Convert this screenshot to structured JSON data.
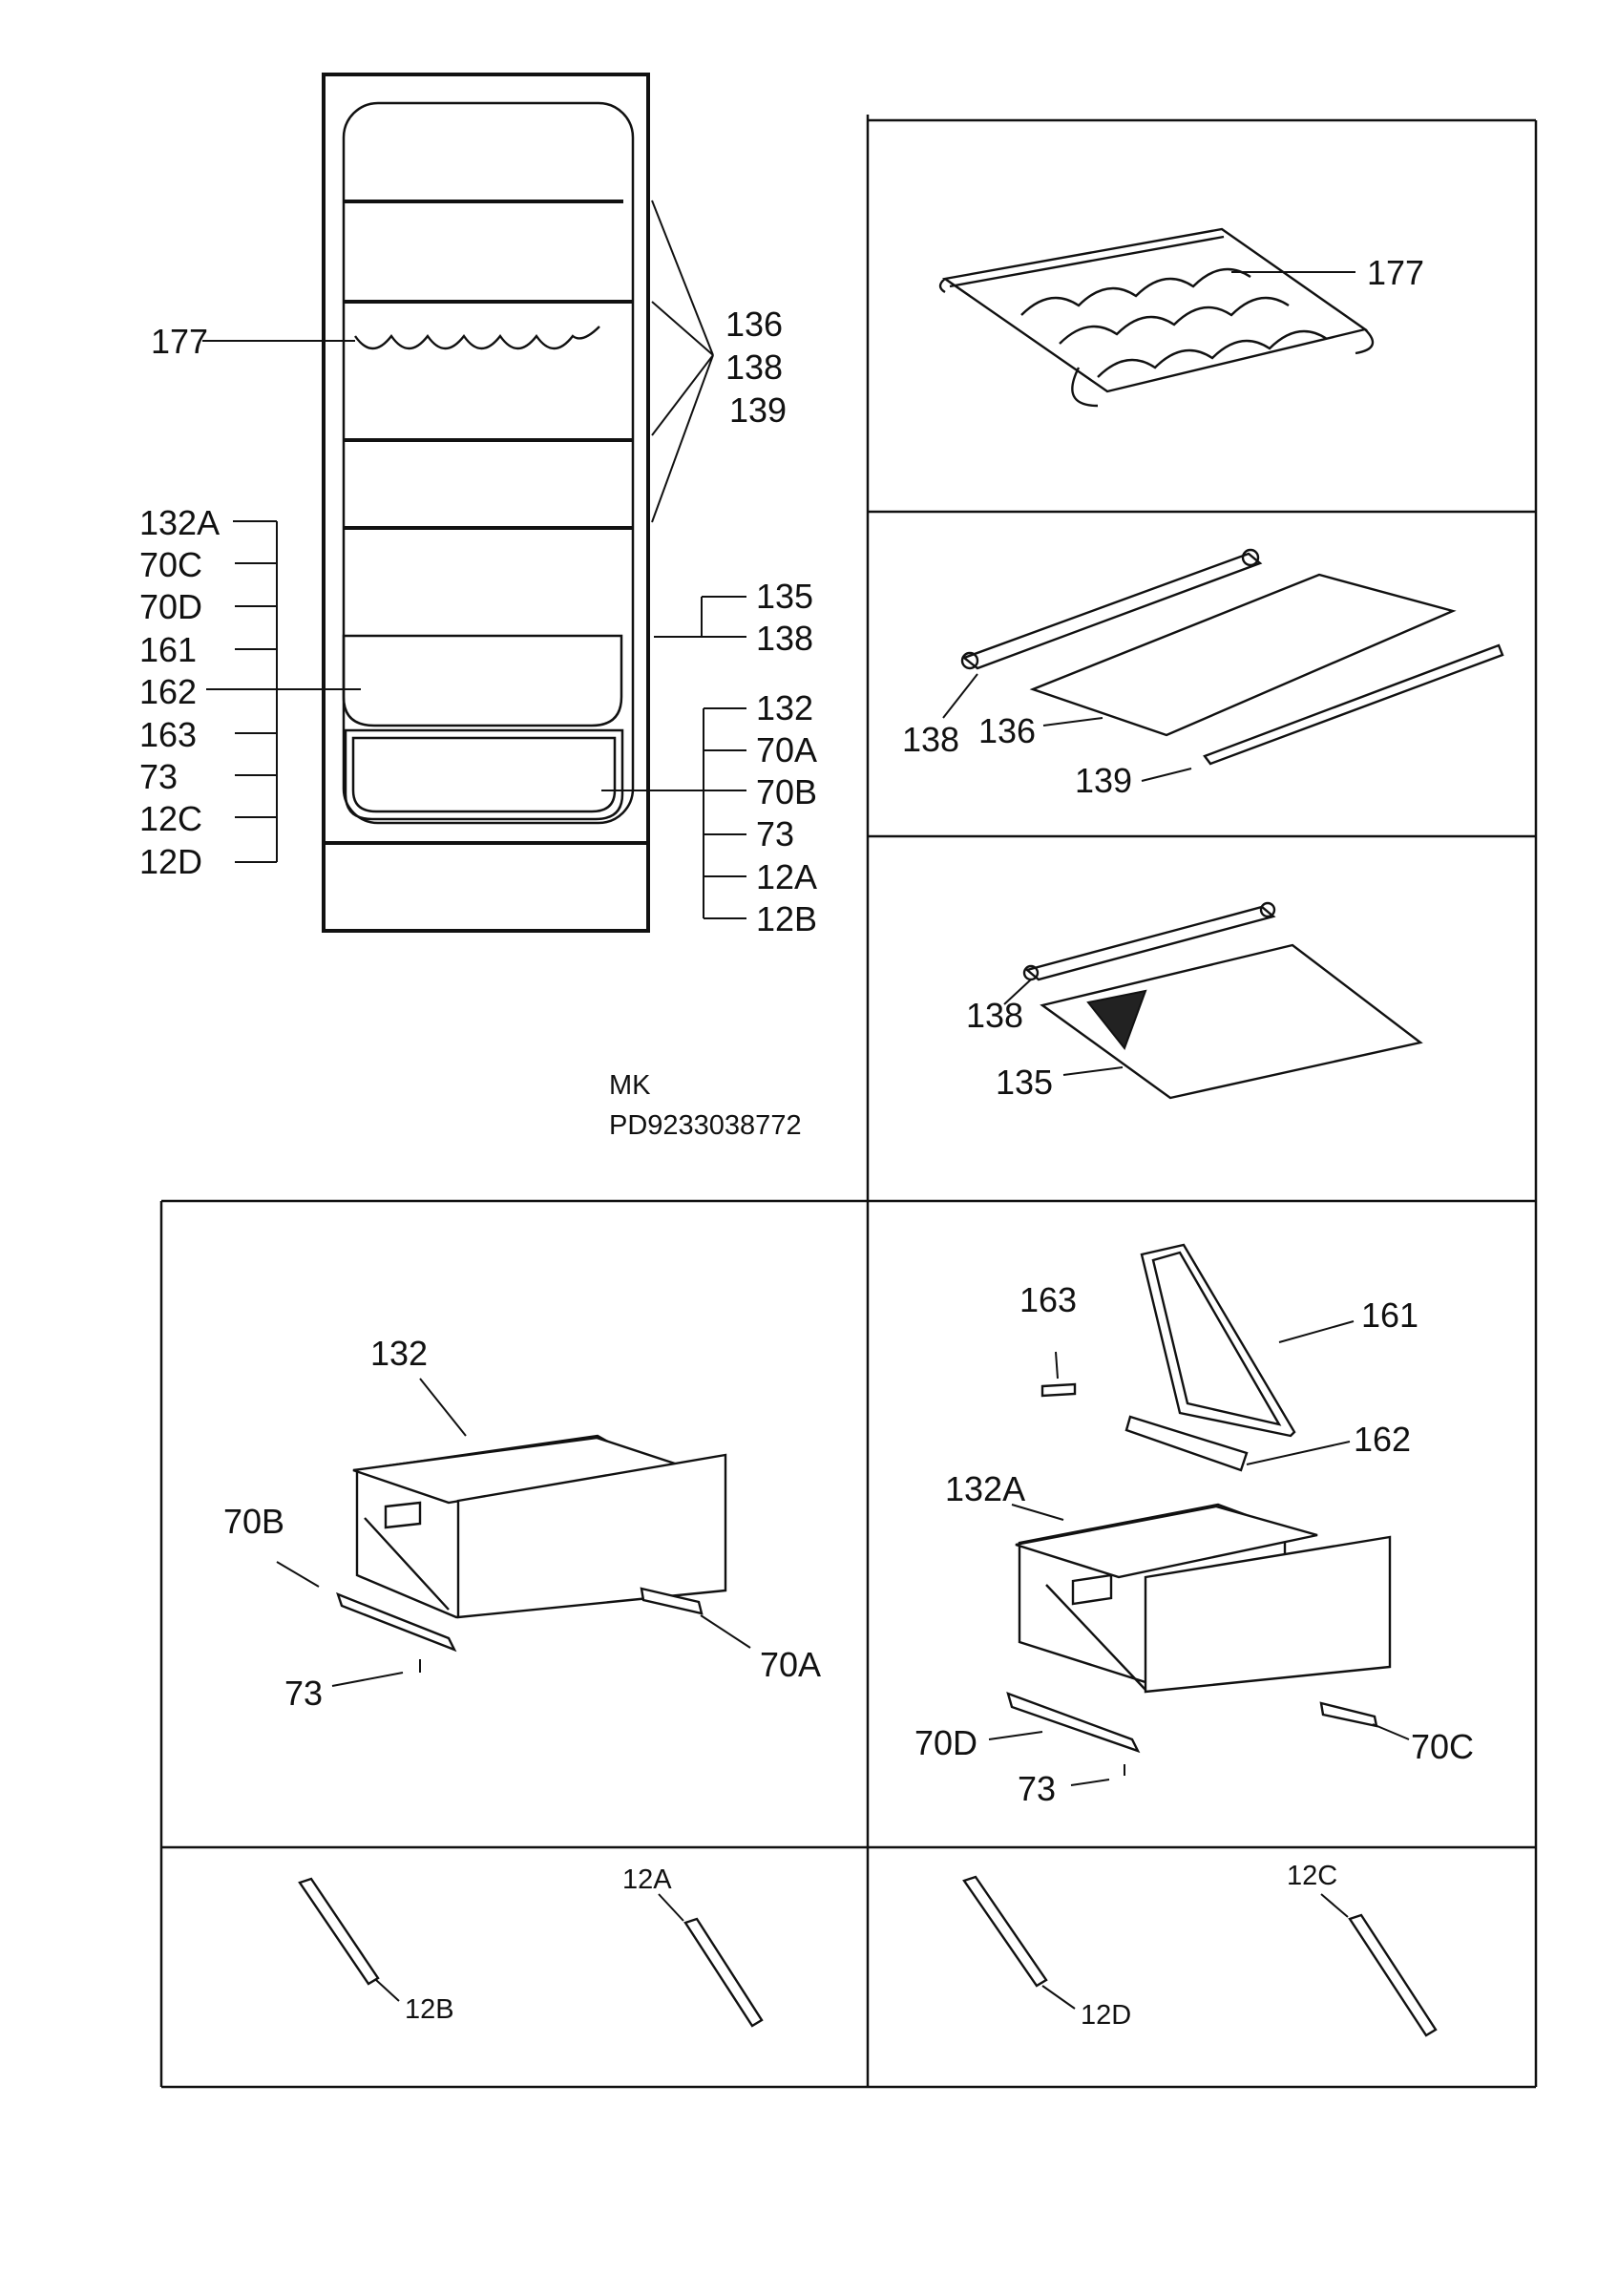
{
  "model_info": {
    "line1": "MK",
    "line2": "PD9233038772"
  },
  "labels": {
    "l177_left": "177",
    "l136": "136",
    "l138": "138",
    "l139": "139",
    "l132A": "132A",
    "l70C": "70C",
    "l70D": "70D",
    "l161": "161",
    "l162": "162",
    "l163": "163",
    "l73": "73",
    "l12C": "12C",
    "l12D": "12D",
    "l135": "135",
    "l138b": "138",
    "l132": "132",
    "l70A": "70A",
    "l70B": "70B",
    "l73b": "73",
    "l12A": "12A",
    "l12B": "12B",
    "p1_177": "177",
    "p2_138": "138",
    "p2_136": "136",
    "p2_139": "139",
    "p3_138": "138",
    "p3_135": "135",
    "p4_132": "132",
    "p4_70B": "70B",
    "p4_73": "73",
    "p4_70A": "70A",
    "p5_163": "163",
    "p5_161": "161",
    "p5_162": "162",
    "p5_132A": "132A",
    "p5_70D": "70D",
    "p5_73": "73",
    "p5_70C": "70C",
    "p6_12A": "12A",
    "p6_12B": "12B",
    "p7_12C": "12C",
    "p7_12D": "12D"
  }
}
